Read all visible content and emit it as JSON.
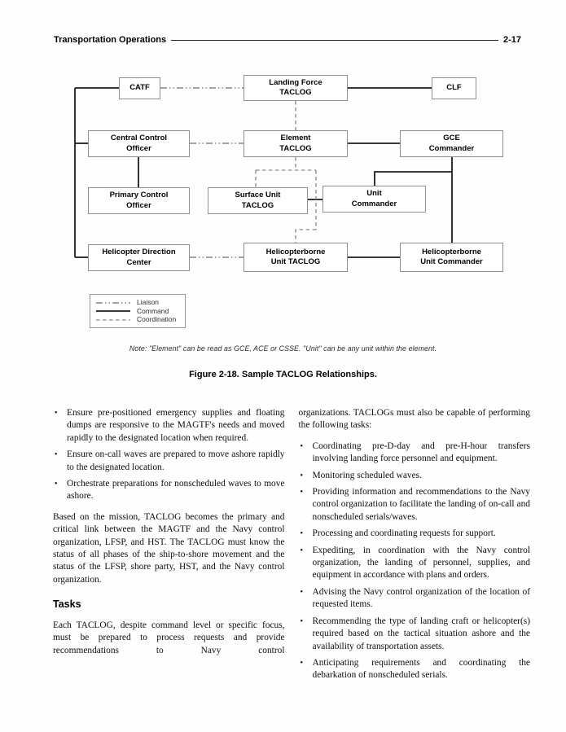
{
  "header": {
    "title": "Transportation Operations",
    "page_number": "2-17"
  },
  "diagram": {
    "boxes": [
      {
        "id": "catf",
        "label": "CATF"
      },
      {
        "id": "landing-force-taclog",
        "label": "Landing Force\nTACLOG"
      },
      {
        "id": "clf",
        "label": "CLF"
      },
      {
        "id": "central-control-officer",
        "label": "Central Control\nOfficer"
      },
      {
        "id": "element-taclog",
        "label": "Element\nTACLOG"
      },
      {
        "id": "gce-commander",
        "label": "GCE\nCommander"
      },
      {
        "id": "primary-control-officer",
        "label": "Primary Control\nOfficer"
      },
      {
        "id": "surface-unit-taclog",
        "label": "Surface Unit\nTACLOG"
      },
      {
        "id": "unit-commander",
        "label": "Unit\nCommander"
      },
      {
        "id": "helicopter-direction-center",
        "label": "Helicopter Direction\nCenter"
      },
      {
        "id": "helicopterborne-unit-taclog",
        "label": "Helicopterborne\nUnit TACLOG"
      },
      {
        "id": "helicopterborne-unit-commander",
        "label": "Helicopterborne\nUnit Commander"
      }
    ],
    "legend": {
      "items": [
        {
          "label": "Liaison",
          "line_style": "dash-dot-dot"
        },
        {
          "label": "Command",
          "line_style": "solid"
        },
        {
          "label": "Coordination",
          "line_style": "dashed"
        }
      ]
    },
    "note": "Note:  \"Element\" can be read as GCE, ACE or CSSE.  \"Unit\" can be any unit within the element.",
    "caption": "Figure 2-18. Sample TACLOG Relationships."
  },
  "body": {
    "left_column": {
      "bullets": [
        "Ensure pre-positioned emergency supplies and floating dumps are responsive to the MAGTF's needs and moved rapidly to the designated location when required.",
        "Ensure on-call waves are prepared to move ashore rapidly to the designated location.",
        "Orchestrate preparations for nonscheduled waves to move ashore."
      ],
      "paragraph": "Based on the mission, TACLOG becomes the primary and critical link between the MAGTF and the Navy control organization, LFSP, and HST. The TACLOG must know the status of all phases of the ship-to-shore movement and the status of the LFSP, shore party, HST, and the Navy control organization.",
      "heading": "Tasks",
      "paragraph2": "Each TACLOG, despite command level or specific focus, must be prepared to process requests and provide recommendations to Navy control"
    },
    "right_column": {
      "intro": "organizations. TACLOGs must also be capable of performing the following tasks:",
      "bullets": [
        "Coordinating pre-D-day and pre-H-hour transfers involving landing force personnel and equipment.",
        "Monitoring scheduled waves.",
        "Providing information and recommendations to the Navy control organization to facilitate the landing of on-call and nonscheduled serials/waves.",
        "Processing and coordinating requests for support.",
        "Expediting, in coordination with the Navy control organization, the landing of personnel, supplies, and equipment in accordance with plans and orders.",
        "Advising the Navy control organization of the location of requested items.",
        "Recommending the type of landing craft or helicopter(s) required based on the tactical situation ashore and the availability of transportation assets.",
        "Anticipating requirements and coordinating the debarkation of nonscheduled serials."
      ]
    }
  },
  "ui": {
    "bullet": "•"
  }
}
